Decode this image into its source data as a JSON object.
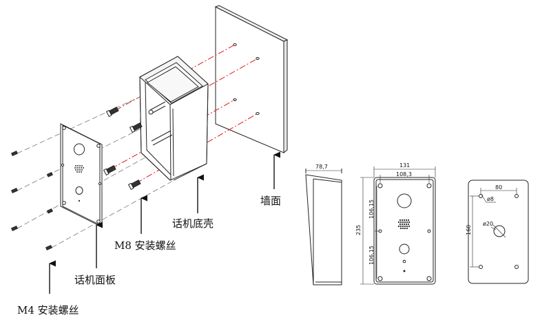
{
  "labels": {
    "wall": "墙面",
    "housing": "话机底壳",
    "m8": "M8 安装螺丝",
    "panel": "话机面板",
    "m4": "M4 安装螺丝"
  },
  "dimensions": {
    "depth": "78,7",
    "width_total": "131",
    "width_holes": "108,3",
    "height_total": "235",
    "upper_half": "106,15",
    "lower_half": "106,15",
    "hole_spacing_h": "80",
    "hole_spacing_v": "160",
    "hole_dia": "ø8",
    "center_dia": "ø20"
  },
  "colors": {
    "line": "#222222",
    "guide": "#e0141a",
    "dash": "#555555"
  }
}
